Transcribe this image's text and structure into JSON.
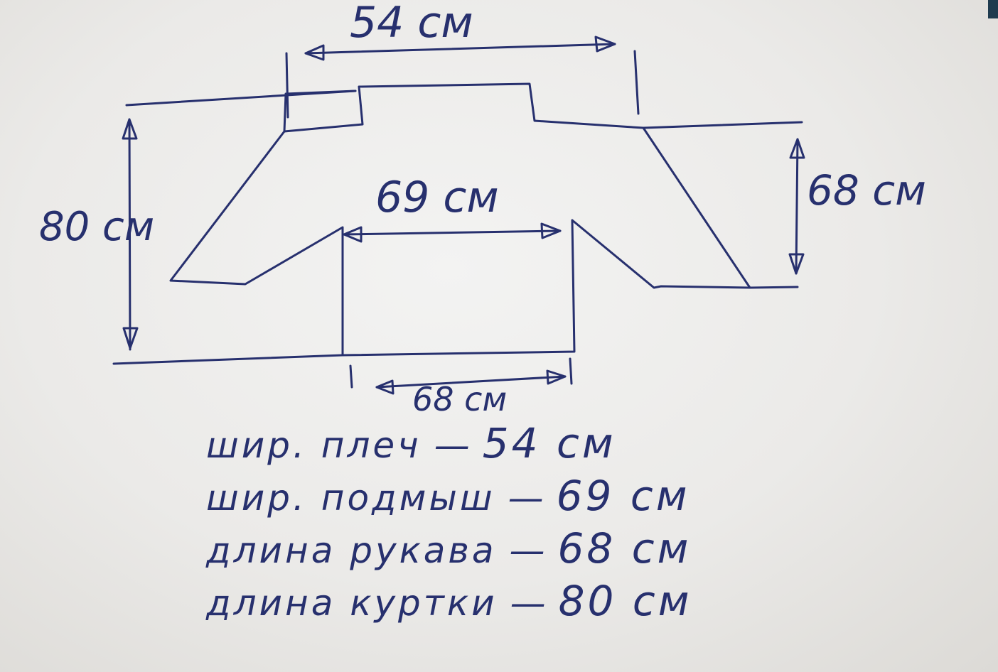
{
  "drawing": {
    "dim_shoulders": "54 см",
    "dim_chest": "69 см",
    "dim_length": "80 см",
    "dim_sleeve_right": "68 см",
    "dim_sleeve_bottom": "68 см"
  },
  "measurements": [
    {
      "label": "шир. плеч",
      "dash": "—",
      "value": "54 см"
    },
    {
      "label": "шир. подмыш",
      "dash": "—",
      "value": "69 см"
    },
    {
      "label": "длина рукава",
      "dash": "—",
      "value": "68 см"
    },
    {
      "label": "длина куртки",
      "dash": "—",
      "value": "80 см"
    }
  ],
  "colors": {
    "ink": "#27306e",
    "paper": "#ecebea"
  }
}
